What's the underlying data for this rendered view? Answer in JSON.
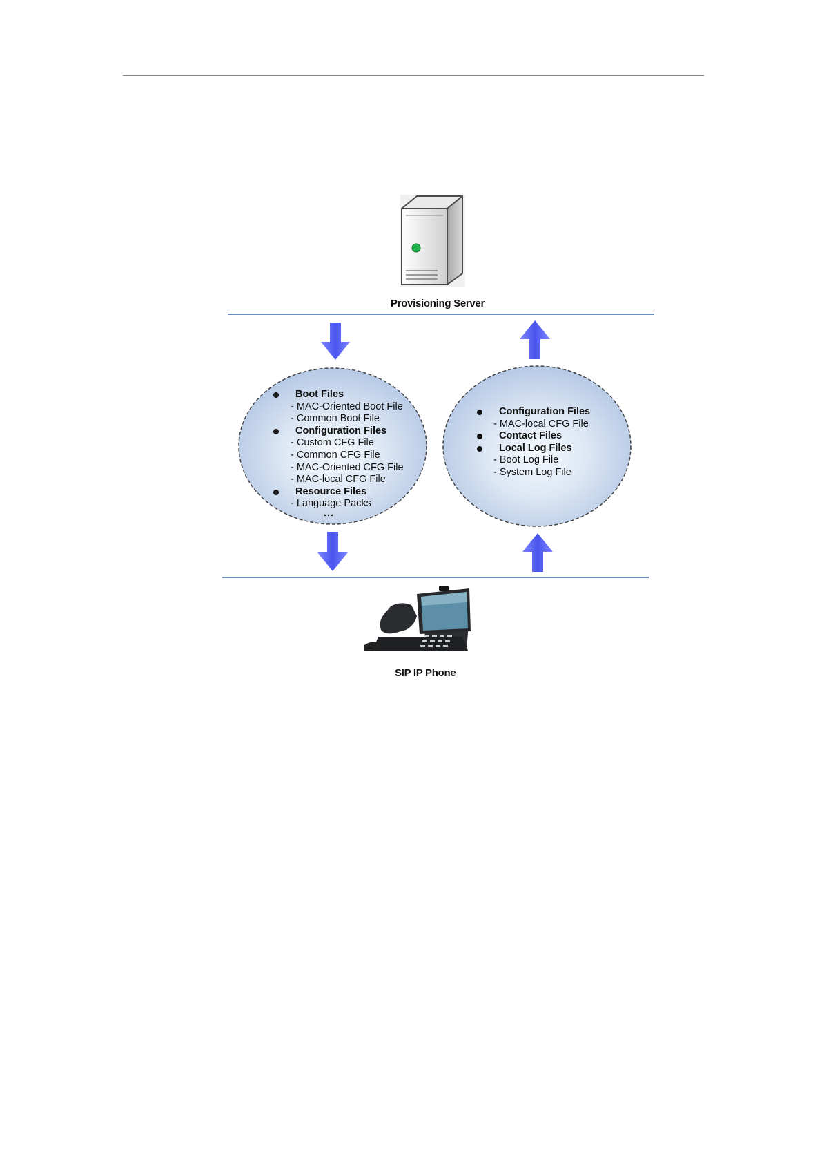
{
  "server": {
    "label": "Provisioning Server"
  },
  "phone": {
    "label": "SIP IP Phone"
  },
  "download_bubble": {
    "groups": [
      {
        "title": "Boot Files",
        "items": [
          "- MAC-Oriented Boot File",
          "- Common Boot File"
        ]
      },
      {
        "title": "Configuration Files",
        "items": [
          "- Custom CFG File",
          "- Common CFG File",
          "- MAC-Oriented CFG File",
          "- MAC-local CFG File"
        ]
      },
      {
        "title": "Resource Files",
        "items": [
          "- Language Packs"
        ]
      }
    ],
    "ellipsis": "..."
  },
  "upload_bubble": {
    "groups": [
      {
        "title": "Configuration Files",
        "items": [
          "- MAC-local CFG File"
        ]
      },
      {
        "title": "Contact Files",
        "items": []
      },
      {
        "title": "Local Log Files",
        "items": [
          "- Boot Log File",
          "- System Log File"
        ]
      }
    ]
  },
  "colors": {
    "arrow": "#5a63f2",
    "rule": "#6f8fb8",
    "bubble": "#b9cbe6"
  }
}
